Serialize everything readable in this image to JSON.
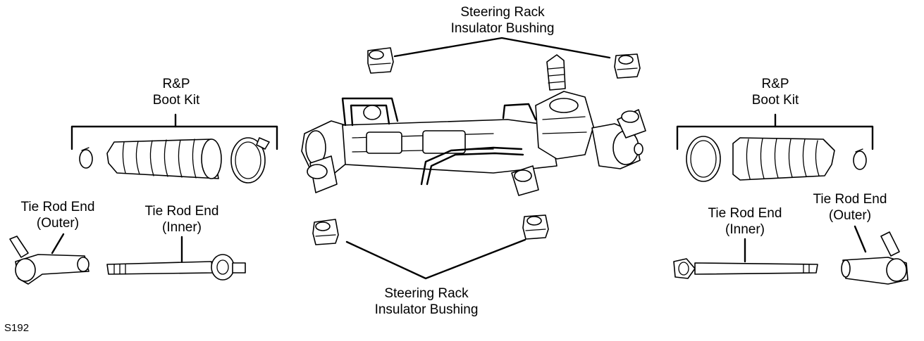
{
  "labels": {
    "steering_rack_bushing_top": [
      "Steering Rack",
      "Insulator Bushing"
    ],
    "steering_rack_bushing_bottom": [
      "Steering Rack",
      "Insulator Bushing"
    ],
    "boot_kit_left": [
      "R&P",
      "Boot Kit"
    ],
    "boot_kit_right": [
      "R&P",
      "Boot Kit"
    ],
    "tie_rod_outer_left": [
      "Tie Rod End",
      "(Outer)"
    ],
    "tie_rod_inner_left": [
      "Tie Rod End",
      "(Inner)"
    ],
    "tie_rod_inner_right": [
      "Tie Rod End",
      "(Inner)"
    ],
    "tie_rod_outer_right": [
      "Tie Rod End",
      "(Outer)"
    ]
  },
  "figure_code": "S192"
}
